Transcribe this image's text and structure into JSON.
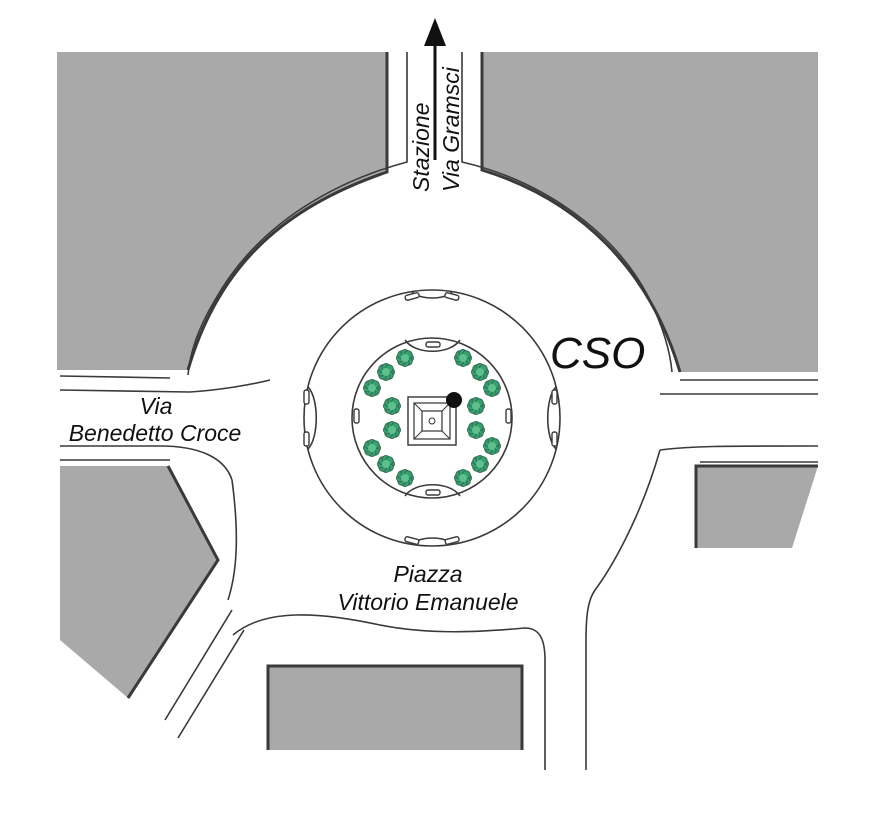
{
  "labels": {
    "north_line1": "Stazione",
    "north_line2": "Via Gramsci",
    "west_line1": "Via",
    "west_line2": "Benedetto Croce",
    "south_line1": "Piazza",
    "south_line2": "Vittorio Emanuele",
    "cso": "CSO"
  },
  "colors": {
    "block": "#a9a9a9",
    "tree": "#3aa073",
    "road_line": "#3a3a3a",
    "marker": "#111111"
  },
  "icons": {
    "arrow": "north-arrow-icon",
    "marker": "position-marker-icon",
    "monument": "monument-icon",
    "tree": "tree-icon"
  }
}
